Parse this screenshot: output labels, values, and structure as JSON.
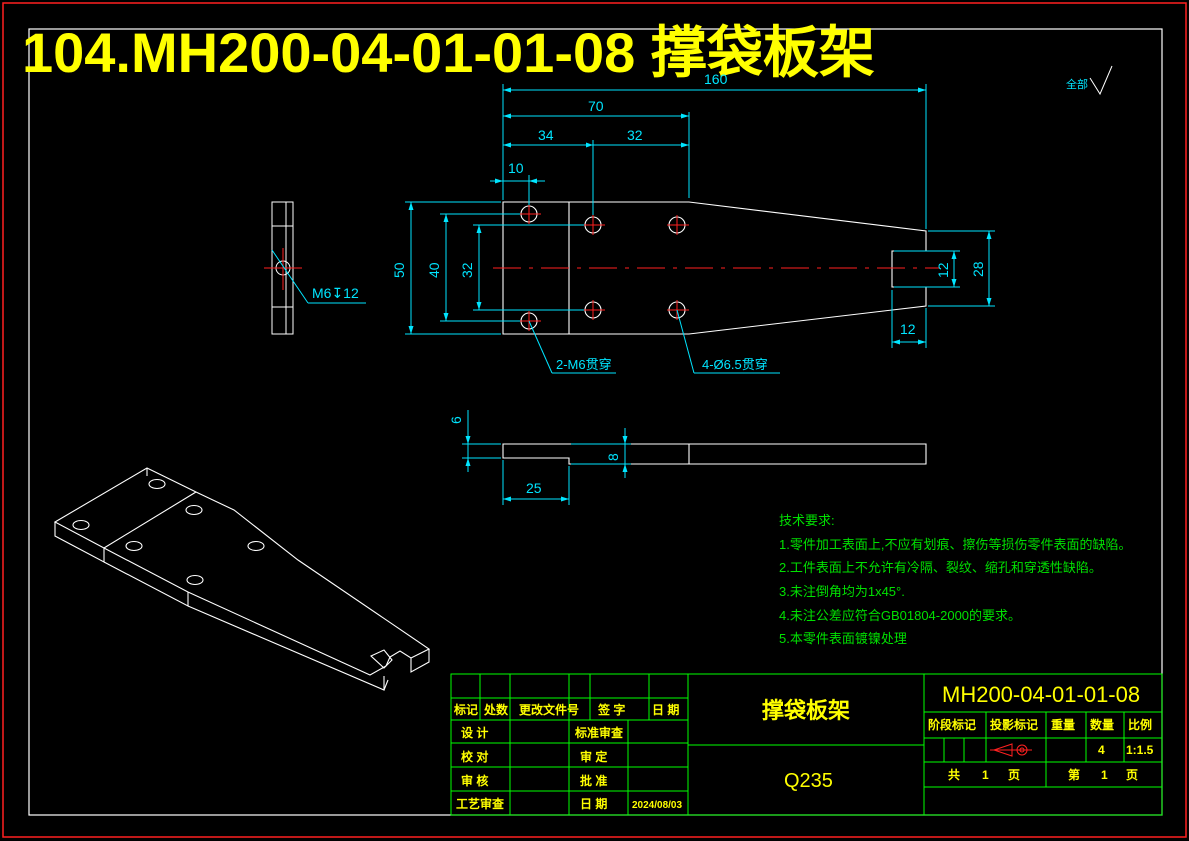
{
  "drawing": {
    "title": "104.MH200-04-01-01-08 撑袋板架",
    "roughness_label": "全部",
    "colors": {
      "background": "#000000",
      "border": "#ff2020",
      "outline": "#ffffff",
      "dimension": "#00e5ff",
      "centerline": "#ff2020",
      "title": "#ffff00",
      "titleblock_line": "#00ff00",
      "titleblock_text": "#ffff00",
      "tech_text": "#00e000"
    }
  },
  "dimensions": {
    "overall_length": "160",
    "d70": "70",
    "d34": "34",
    "d32_h": "32",
    "d10": "10",
    "d50": "50",
    "d40": "40",
    "d32_v": "32",
    "d12_slot": "12",
    "d28": "28",
    "d12_bottom": "12",
    "side_hole": "M6↧12",
    "callout_tapped": "2-M6贯穿",
    "callout_holes": "4-Ø6.5贯穿",
    "d6": "6",
    "d8": "8",
    "d25": "25"
  },
  "technical_requirements": {
    "heading": "技术要求:",
    "items": [
      "1.零件加工表面上,不应有划痕、擦伤等损伤零件表面的缺陷。",
      "2.工件表面上不允许有冷隔、裂纹、缩孔和穿透性缺陷。",
      "3.未注倒角均为1x45°.",
      "4.未注公差应符合GB01804-2000的要求。",
      "5.本零件表面镀镍处理"
    ]
  },
  "title_block": {
    "drawing_number": "MH200-04-01-01-08",
    "part_name": "撑袋板架",
    "material": "Q235",
    "labels": {
      "mark": "标记",
      "count": "处数",
      "change_doc": "更改文件号",
      "signature": "签  字",
      "date": "日 期",
      "design": "设  计",
      "standard_review": "标准审查",
      "check": "校  对",
      "approve_final": "审  定",
      "review": "审  核",
      "approve": "批  准",
      "process_review": "工艺审查",
      "date2": "日  期",
      "stage_mark": "阶段标记",
      "projection_mark": "投影标记",
      "weight": "重量",
      "quantity": "数量",
      "scale": "比例",
      "total": "共",
      "sheet_word": "页",
      "sheet_no_word": "第"
    },
    "values": {
      "date": "2024/08/03",
      "quantity": "4",
      "scale": "1:1.5",
      "total_pages": "1",
      "page_no": "1"
    }
  }
}
